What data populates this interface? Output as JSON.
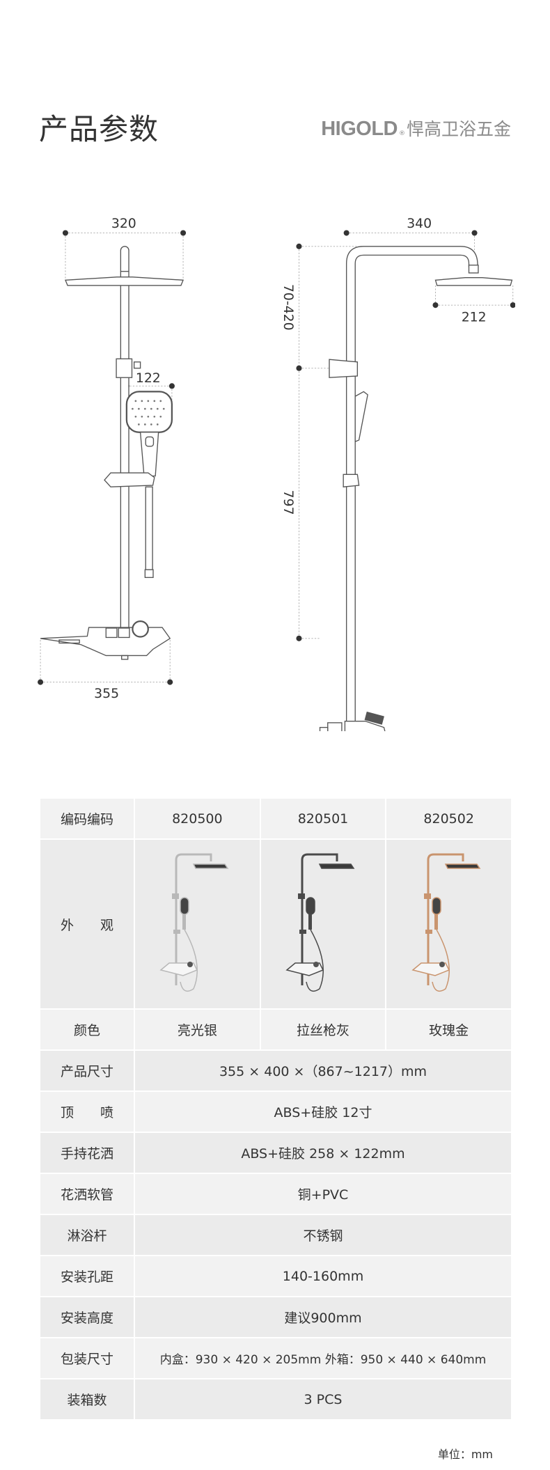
{
  "header": {
    "title": "产品参数",
    "logo_brand": "HIGOLD",
    "logo_reg": "®",
    "logo_cn": "悍高卫浴五金"
  },
  "drawing": {
    "front": {
      "head_width": "320",
      "hand_width": "122",
      "console_width": "355"
    },
    "side": {
      "arm_length": "340",
      "head_depth": "212",
      "adjust_range": "70-420",
      "height": "797"
    }
  },
  "colors": {
    "silver": "#b8b8b8",
    "gunmetal": "#4a4a4a",
    "rose_gold": "#c9946e"
  },
  "table": {
    "code_label": "编码编码",
    "codes": [
      "820500",
      "820501",
      "820502"
    ],
    "appearance_label": "外　　观",
    "color_label": "颜色",
    "color_values": [
      "亮光银",
      "拉丝枪灰",
      "玫瑰金"
    ],
    "rows": [
      {
        "label": "产品尺寸",
        "value": "355 × 400 ×（867~1217）mm"
      },
      {
        "label": "顶　　喷",
        "value": "ABS+硅胶 12寸"
      },
      {
        "label": "手持花洒",
        "value": "ABS+硅胶 258 × 122mm"
      },
      {
        "label": "花洒软管",
        "value": "铜+PVC"
      },
      {
        "label": "淋浴杆",
        "value": "不锈钢"
      },
      {
        "label": "安装孔距",
        "value": "140-160mm"
      },
      {
        "label": "安装高度",
        "value": "建议900mm"
      },
      {
        "label": "包装尺寸",
        "value": "内盒：930 × 420 × 205mm  外箱：950 × 440 × 640mm"
      },
      {
        "label": "装箱数",
        "value": "3 PCS"
      }
    ]
  },
  "footer": {
    "unit": "单位：mm"
  }
}
